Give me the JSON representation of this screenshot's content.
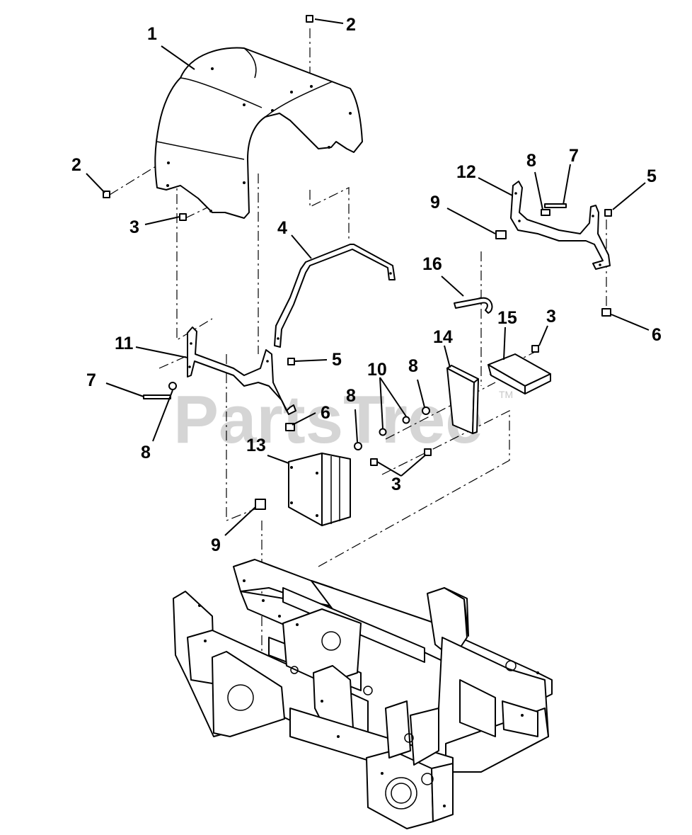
{
  "diagram": {
    "watermark": "PartsTree",
    "watermark_tm": "TM",
    "callouts": [
      {
        "id": "c1",
        "label": "1"
      },
      {
        "id": "c2a",
        "label": "2"
      },
      {
        "id": "c2b",
        "label": "2"
      },
      {
        "id": "c3a",
        "label": "3"
      },
      {
        "id": "c3b",
        "label": "3"
      },
      {
        "id": "c3c",
        "label": "3"
      },
      {
        "id": "c4",
        "label": "4"
      },
      {
        "id": "c5a",
        "label": "5"
      },
      {
        "id": "c5b",
        "label": "5"
      },
      {
        "id": "c6a",
        "label": "6"
      },
      {
        "id": "c6b",
        "label": "6"
      },
      {
        "id": "c7a",
        "label": "7"
      },
      {
        "id": "c7b",
        "label": "7"
      },
      {
        "id": "c8a",
        "label": "8"
      },
      {
        "id": "c8b",
        "label": "8"
      },
      {
        "id": "c8c",
        "label": "8"
      },
      {
        "id": "c8d",
        "label": "8"
      },
      {
        "id": "c9a",
        "label": "9"
      },
      {
        "id": "c9b",
        "label": "9"
      },
      {
        "id": "c10",
        "label": "10"
      },
      {
        "id": "c11",
        "label": "11"
      },
      {
        "id": "c12",
        "label": "12"
      },
      {
        "id": "c13",
        "label": "13"
      },
      {
        "id": "c14",
        "label": "14"
      },
      {
        "id": "c15",
        "label": "15"
      },
      {
        "id": "c16",
        "label": "16"
      }
    ]
  }
}
